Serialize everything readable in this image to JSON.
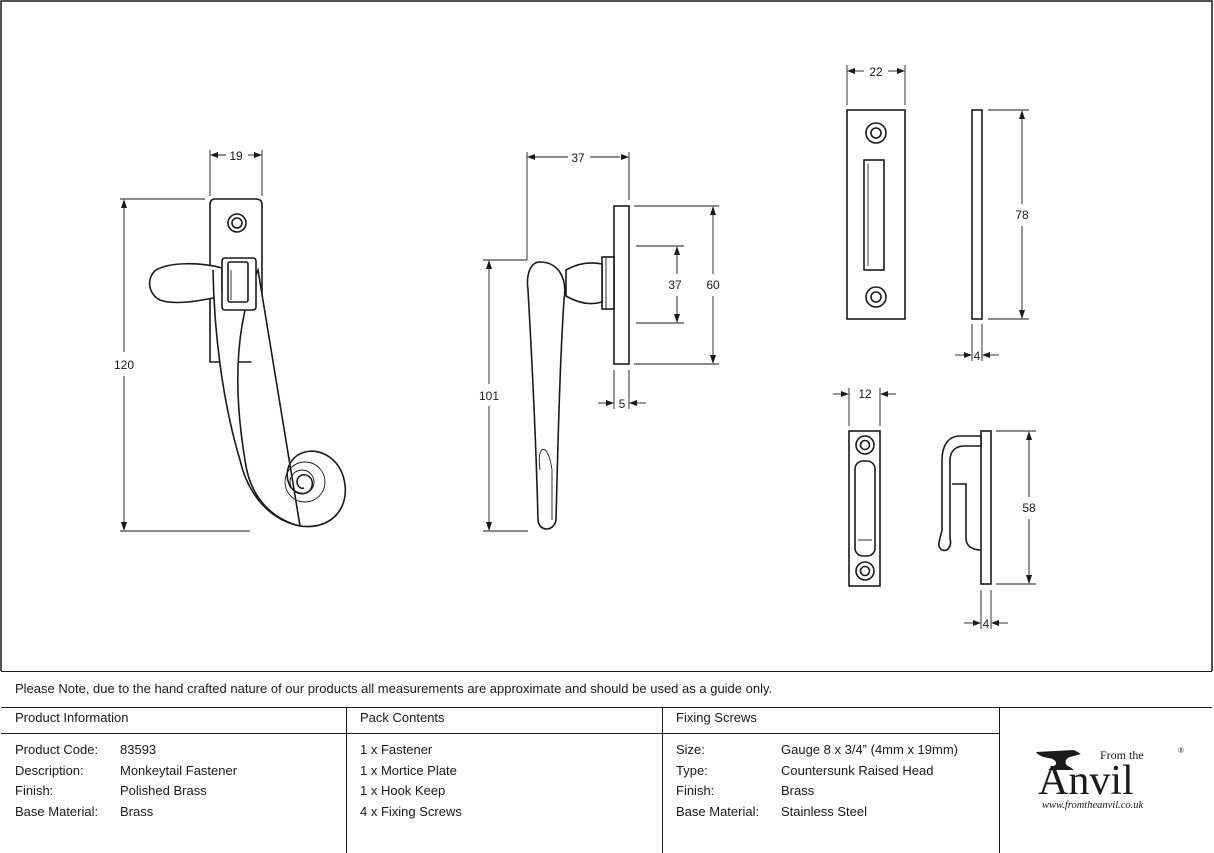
{
  "dimensions": {
    "fastener_width": "19",
    "fastener_height": "120",
    "side_projection": "37",
    "side_height": "101",
    "side_plate_height": "60",
    "side_boss_height": "37",
    "side_plate_thickness": "5",
    "mortice_width": "22",
    "mortice_height": "78",
    "mortice_thickness": "4",
    "keep_width": "12",
    "keep_height": "58",
    "keep_thickness": "4"
  },
  "note": "Please Note, due to the hand crafted nature of our products all measurements are approximate and should be used as a guide only.",
  "product_information": {
    "title": "Product Information",
    "rows": [
      {
        "label": "Product Code:",
        "value": "83593"
      },
      {
        "label": "Description:",
        "value": "Monkeytail Fastener"
      },
      {
        "label": "Finish:",
        "value": "Polished Brass"
      },
      {
        "label": "Base Material:",
        "value": "Brass"
      }
    ]
  },
  "pack_contents": {
    "title": "Pack Contents",
    "items": [
      "1 x Fastener",
      "1 x Mortice Plate",
      "1 x Hook Keep",
      "4 x Fixing Screws"
    ]
  },
  "fixing_screws": {
    "title": "Fixing Screws",
    "rows": [
      {
        "label": "Size:",
        "value": "Gauge 8 x 3/4” (4mm x 19mm)"
      },
      {
        "label": "Type:",
        "value": "Countersunk Raised Head"
      },
      {
        "label": "Finish:",
        "value": "Brass"
      },
      {
        "label": "Base Material:",
        "value": "Stainless Steel"
      }
    ]
  },
  "logo": {
    "from_the": "From the",
    "brand": "Anvil",
    "registered": "®",
    "url": "www.fromtheanvil.co.uk"
  }
}
